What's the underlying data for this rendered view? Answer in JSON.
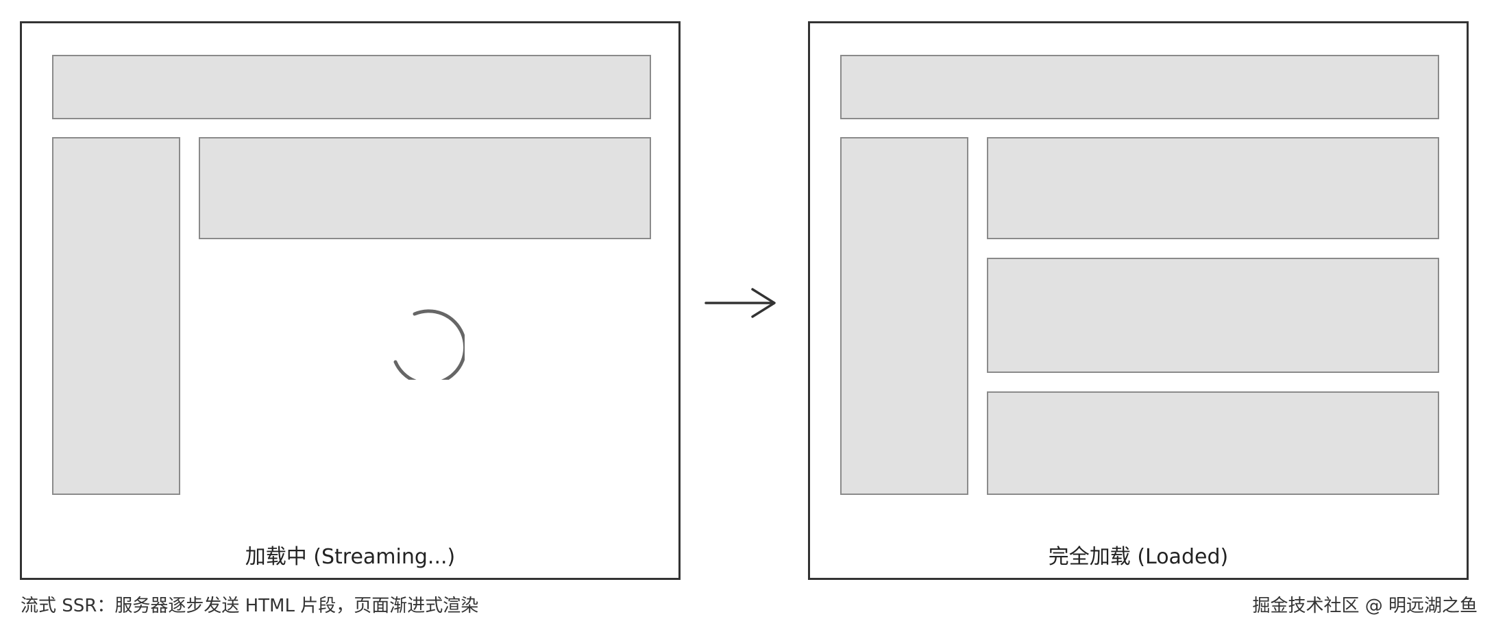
{
  "streaming_panel": {
    "caption": "加载中 (Streaming...)"
  },
  "loaded_panel": {
    "caption": "完全加载 (Loaded)"
  },
  "arrow_icon": "right-arrow-icon",
  "spinner_icon": "loading-spinner-icon",
  "footer": {
    "description": "流式 SSR：服务器逐步发送 HTML 片段，页面渐进式渲染",
    "credit": "掘金技术社区 @ 明远湖之鱼"
  },
  "colors": {
    "frame_border": "#333333",
    "placeholder_fill": "#e1e1e1",
    "placeholder_border": "#8a8a8a",
    "spinner": "#666666"
  }
}
